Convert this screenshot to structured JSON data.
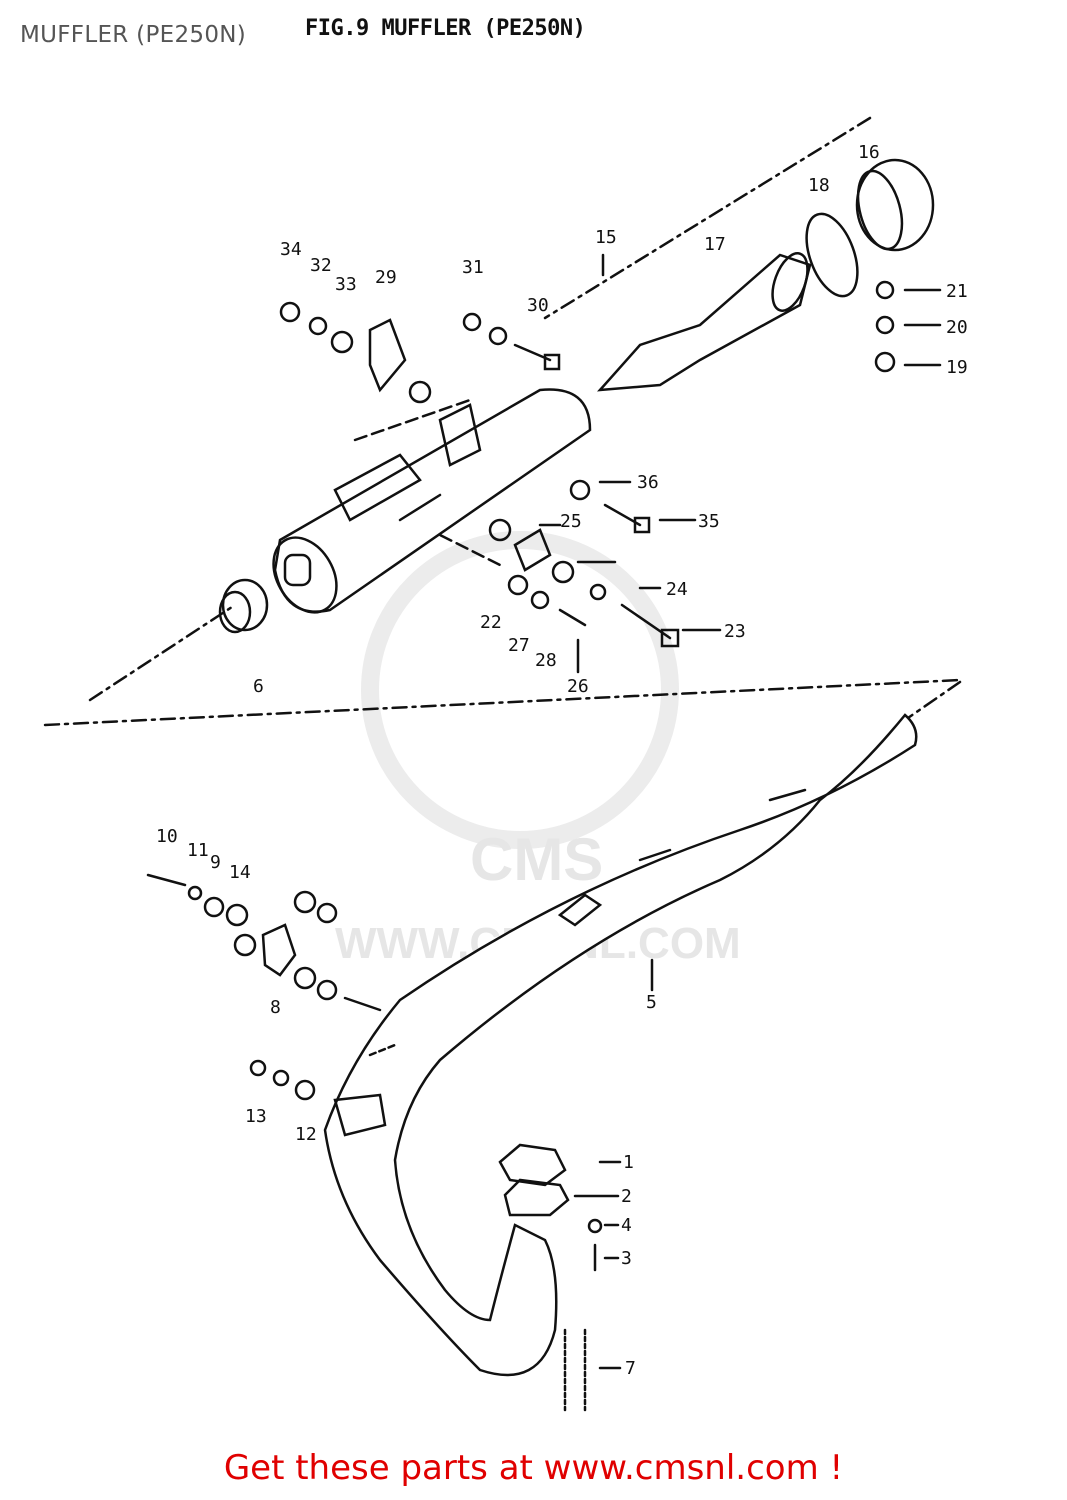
{
  "page_title": "MUFFLER (PE250N)",
  "figure_title": "FIG.9  MUFFLER  (PE250N)",
  "watermark": {
    "brand": "CMS",
    "url": "WWW.CMSNL.COM"
  },
  "cta_text": "Get these parts at www.cmsnl.com !",
  "part_labels": [
    "1",
    "2",
    "3",
    "4",
    "5",
    "6",
    "7",
    "8",
    "9",
    "10",
    "11",
    "12",
    "13",
    "14",
    "15",
    "16",
    "17",
    "18",
    "19",
    "20",
    "21",
    "22",
    "23",
    "24",
    "25",
    "26",
    "27",
    "28",
    "29",
    "30",
    "31",
    "32",
    "33",
    "34",
    "35",
    "36"
  ],
  "colors": {
    "cta": "#e00000",
    "title": "#555555",
    "line": "#111111",
    "watermark": "#e6e6e6"
  }
}
